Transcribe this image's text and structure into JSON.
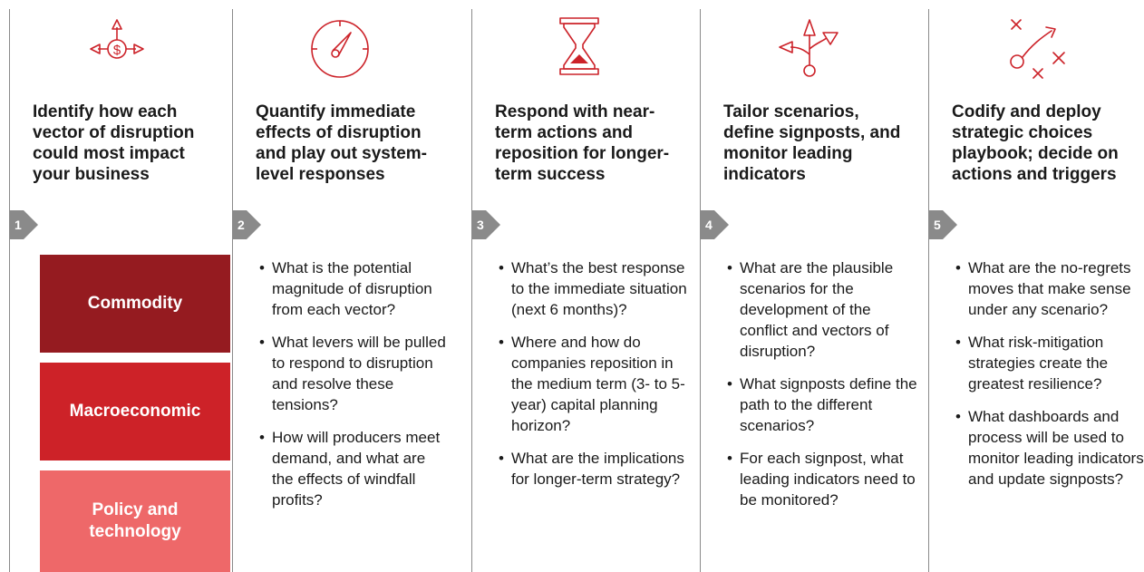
{
  "colors": {
    "accent": "#cc2229",
    "rule": "#8a8a8a",
    "text": "#1a1a1a",
    "vector_1": "#951b20",
    "vector_2": "#cd2228",
    "vector_3": "#ee6869"
  },
  "steps": [
    {
      "number": "1",
      "icon": "dollar-arrows-icon",
      "title": "Identify how each vector of disruption could most impact your business",
      "vectors": [
        "Commodity",
        "Macroeconomic",
        "Policy and technology"
      ]
    },
    {
      "number": "2",
      "icon": "gauge-icon",
      "title": "Quantify immediate effects of disruption and play out system-level responses",
      "questions": [
        "What is the potential magnitude of disruption from each vector?",
        "What levers will be pulled to respond to disruption and resolve these tensions?",
        "How will producers meet demand, and what are the effects of windfall profits?"
      ]
    },
    {
      "number": "3",
      "icon": "hourglass-icon",
      "title": "Respond with near-term actions and reposition for longer-term success",
      "questions": [
        "What’s the best response to the immediate situation (next 6 months)?",
        "Where and how do companies reposition in the medium term (3- to 5-year) capital planning horizon?",
        "What are the implications for longer-term strategy?"
      ]
    },
    {
      "number": "4",
      "icon": "branching-arrows-icon",
      "title": "Tailor scenarios, define signposts, and monitor leading indicators",
      "questions": [
        "What are the plausible scenarios for the development of the conflict and vectors of disruption?",
        "What signposts define the path to the different scenarios?",
        "For each signpost, what leading indicators need to be monitored?"
      ]
    },
    {
      "number": "5",
      "icon": "playbook-icon",
      "title": "Codify and deploy strategic choices playbook; decide on actions and triggers",
      "questions": [
        "What are the no-regrets moves that make sense under any scenario?",
        "What risk-mitigation strategies create the greatest resilience?",
        "What dashboards and process will be used to monitor leading indicators and update signposts?"
      ]
    }
  ]
}
